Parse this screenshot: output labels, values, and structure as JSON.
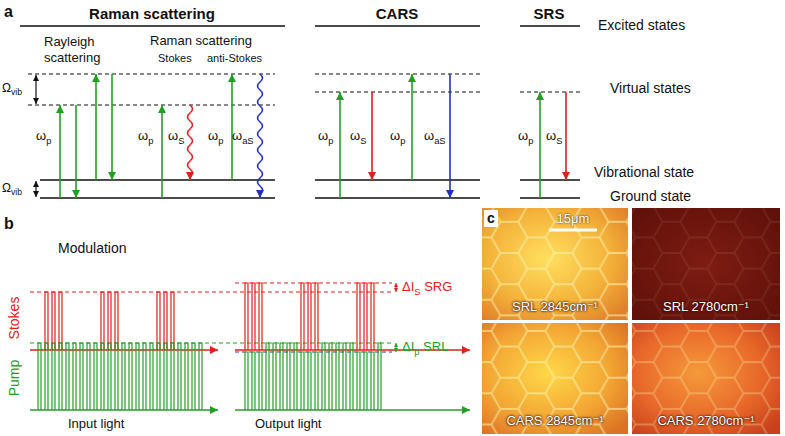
{
  "diagram": {
    "nodes": [
      {
        "text": [
          "SRL 2845cm⁻¹"
        ]
      },
      {
        "text": [
          "SRL 2780cm⁻¹"
        ]
      },
      {
        "text": [
          "CARS 2845cm⁻¹"
        ]
      },
      {
        "text": [
          "CARS 2780cm⁻¹"
        ]
      }
    ],
    "labels": [
      "a",
      "Raman scattering",
      "CARS",
      "SRS",
      "Excited states",
      "Ωvib",
      "Rayleigh scattering",
      "Raman scattering",
      "Stokes",
      "anti-Stokes",
      "Virtual states",
      "ωp",
      "ωp",
      "ωS",
      "ωp",
      "ωaS",
      "ωp",
      "ωS",
      "ωp",
      "ωaS",
      "ωp",
      "ωS",
      "Ωvib",
      "Vibrational state",
      "Ground state",
      "b",
      "Modulation",
      "ΔIS SRG",
      "Stokes",
      "ΔIp SRL",
      "Pump",
      "Input light",
      "Output light",
      "c",
      "15μm"
    ]
  }
}
